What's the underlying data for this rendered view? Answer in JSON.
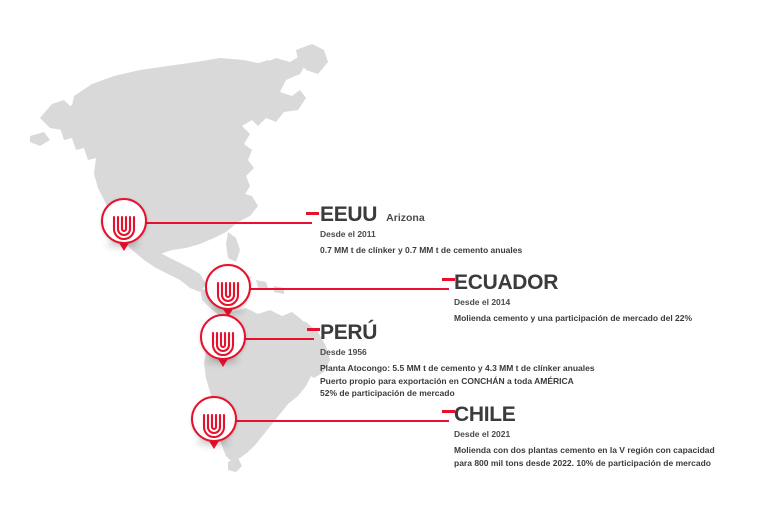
{
  "map": {
    "name": "americas-map",
    "land_color": "#d9d9d9",
    "accent_color": "#e8112d"
  },
  "brand": {
    "logo_name": "unacem-u-logo",
    "logo_color": "#e8112d"
  },
  "locations": [
    {
      "id": "eeuu",
      "country": "EEUU",
      "subtitle": "Arizona",
      "since": "Desde el 2011",
      "details": [
        "0.7 MM t de clínker y 0.7 MM t de cemento anuales"
      ]
    },
    {
      "id": "ecuador",
      "country": "ECUADOR",
      "subtitle": "",
      "since": "Desde el 2014",
      "details": [
        "Molienda cemento y una participación de mercado del 22%"
      ]
    },
    {
      "id": "peru",
      "country": "PERÚ",
      "subtitle": "",
      "since": "Desde 1956",
      "details": [
        "Planta Atocongo: 5.5 MM t de cemento y 4.3 MM t de clínker anuales",
        "Puerto propio para exportación en CONCHÁN a toda AMÉRICA",
        "52% de participación de mercado"
      ]
    },
    {
      "id": "chile",
      "country": "CHILE",
      "subtitle": "",
      "since": "Desde el 2021",
      "details": [
        "Molienda con dos plantas cemento en la V región con capacidad",
        "para 800 mil tons desde 2022. 10% de participación de mercado"
      ]
    }
  ],
  "pins": [
    {
      "id": "pin-eeuu",
      "label": "map-pin-eeuu"
    },
    {
      "id": "pin-ecuador",
      "label": "map-pin-ecuador"
    },
    {
      "id": "pin-peru",
      "label": "map-pin-peru"
    },
    {
      "id": "pin-chile",
      "label": "map-pin-chile"
    }
  ]
}
